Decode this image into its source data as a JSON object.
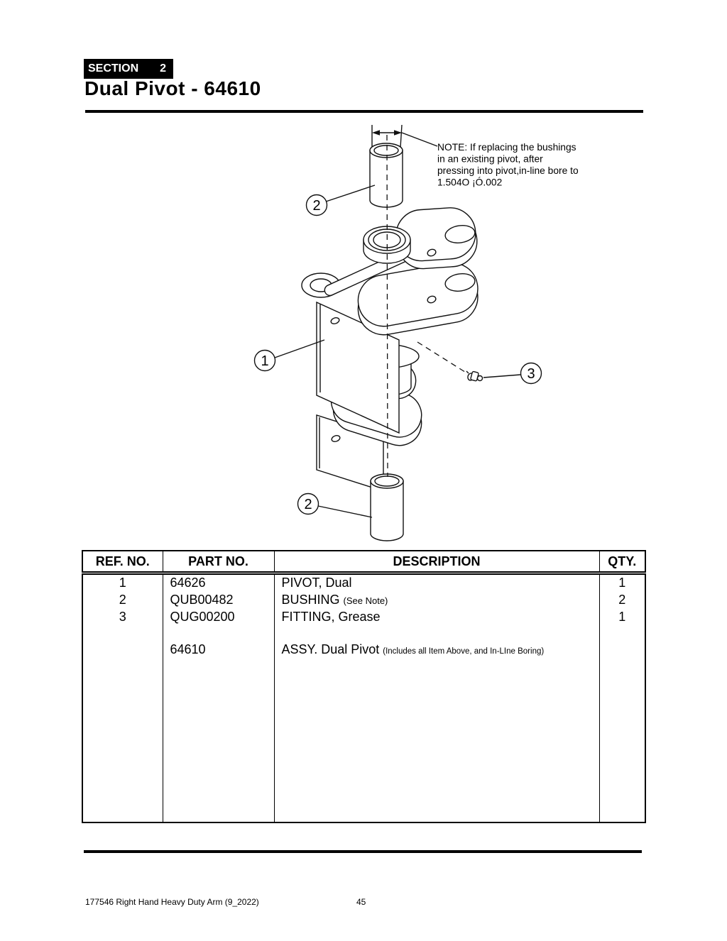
{
  "colors": {
    "ink": "#000000",
    "paper": "#ffffff"
  },
  "header": {
    "section_label": "SECTION",
    "section_number": "2",
    "title": "Dual Pivot - 64610"
  },
  "diagram": {
    "note_lines": [
      "NOTE: If replacing the bushings",
      "in an existing pivot, after",
      "pressing into pivot,in-line bore to",
      "1.504O ¡Ó.002"
    ],
    "callouts": [
      {
        "id": "callout-2-top",
        "label": "2"
      },
      {
        "id": "callout-1",
        "label": "1"
      },
      {
        "id": "callout-3",
        "label": "3"
      },
      {
        "id": "callout-2-bottom",
        "label": "2"
      }
    ]
  },
  "parts_table": {
    "headers": [
      "REF. NO.",
      "PART NO.",
      "DESCRIPTION",
      "QTY."
    ],
    "rows": [
      {
        "ref": "1",
        "part": "64626",
        "desc": "PIVOT, Dual",
        "note": "",
        "qty": "1"
      },
      {
        "ref": "2",
        "part": "QUB00482",
        "desc": "BUSHING ",
        "note": "(See Note)",
        "qty": "2"
      },
      {
        "ref": "3",
        "part": "QUG00200",
        "desc": "FITTING, Grease",
        "note": "",
        "qty": "1"
      },
      {
        "ref": "",
        "part": "64610",
        "desc": "ASSY. Dual Pivot ",
        "note": "(Includes all Item Above, and In-LIne Boring)",
        "qty": ""
      }
    ]
  },
  "footer": {
    "doc_ref": "177546 Right Hand Heavy Duty Arm (9_2022)",
    "page_number": "45"
  }
}
